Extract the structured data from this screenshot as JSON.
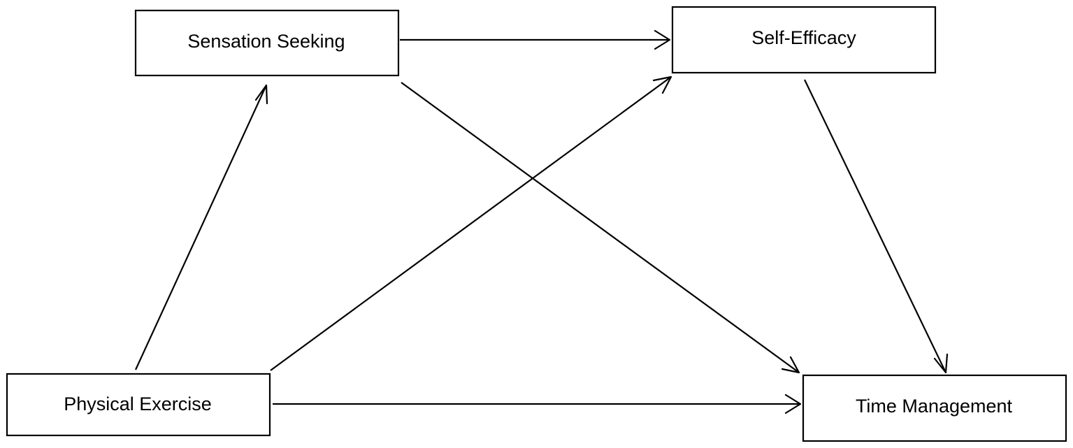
{
  "diagram": {
    "nodes": {
      "sensation_seeking": {
        "label": "Sensation Seeking"
      },
      "self_efficacy": {
        "label": "Self-Efficacy"
      },
      "physical_exercise": {
        "label": "Physical Exercise"
      },
      "time_management": {
        "label": "Time Management"
      }
    },
    "edges": [
      {
        "from": "sensation_seeking",
        "to": "self_efficacy"
      },
      {
        "from": "physical_exercise",
        "to": "sensation_seeking"
      },
      {
        "from": "physical_exercise",
        "to": "self_efficacy"
      },
      {
        "from": "physical_exercise",
        "to": "time_management"
      },
      {
        "from": "sensation_seeking",
        "to": "time_management"
      },
      {
        "from": "self_efficacy",
        "to": "time_management"
      }
    ]
  }
}
